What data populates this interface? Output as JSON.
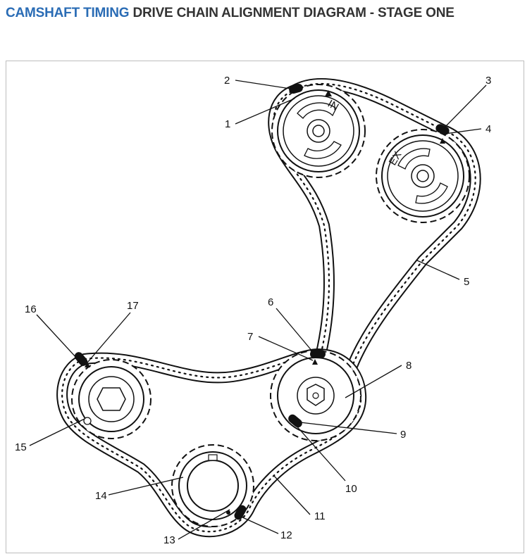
{
  "header": {
    "title_accent": "CAMSHAFT TIMING",
    "title_rest": " DRIVE CHAIN ALIGNMENT DIAGRAM - STAGE ONE"
  },
  "diagram": {
    "callouts": [
      {
        "id": "1",
        "text": "1"
      },
      {
        "id": "2",
        "text": "2"
      },
      {
        "id": "3",
        "text": "3"
      },
      {
        "id": "4",
        "text": "4"
      },
      {
        "id": "5",
        "text": "5"
      },
      {
        "id": "6",
        "text": "6"
      },
      {
        "id": "7",
        "text": "7"
      },
      {
        "id": "8",
        "text": "8"
      },
      {
        "id": "9",
        "text": "9"
      },
      {
        "id": "10",
        "text": "10"
      },
      {
        "id": "11",
        "text": "11"
      },
      {
        "id": "12",
        "text": "12"
      },
      {
        "id": "13",
        "text": "13"
      },
      {
        "id": "14",
        "text": "14"
      },
      {
        "id": "15",
        "text": "15"
      },
      {
        "id": "16",
        "text": "16"
      },
      {
        "id": "17",
        "text": "17"
      }
    ],
    "sprocket_marks": {
      "intake": "IN",
      "exhaust": "EX"
    },
    "colors": {
      "title_accent": "#2a6cb5",
      "title_text": "#333333",
      "line_art": "#111111"
    }
  }
}
